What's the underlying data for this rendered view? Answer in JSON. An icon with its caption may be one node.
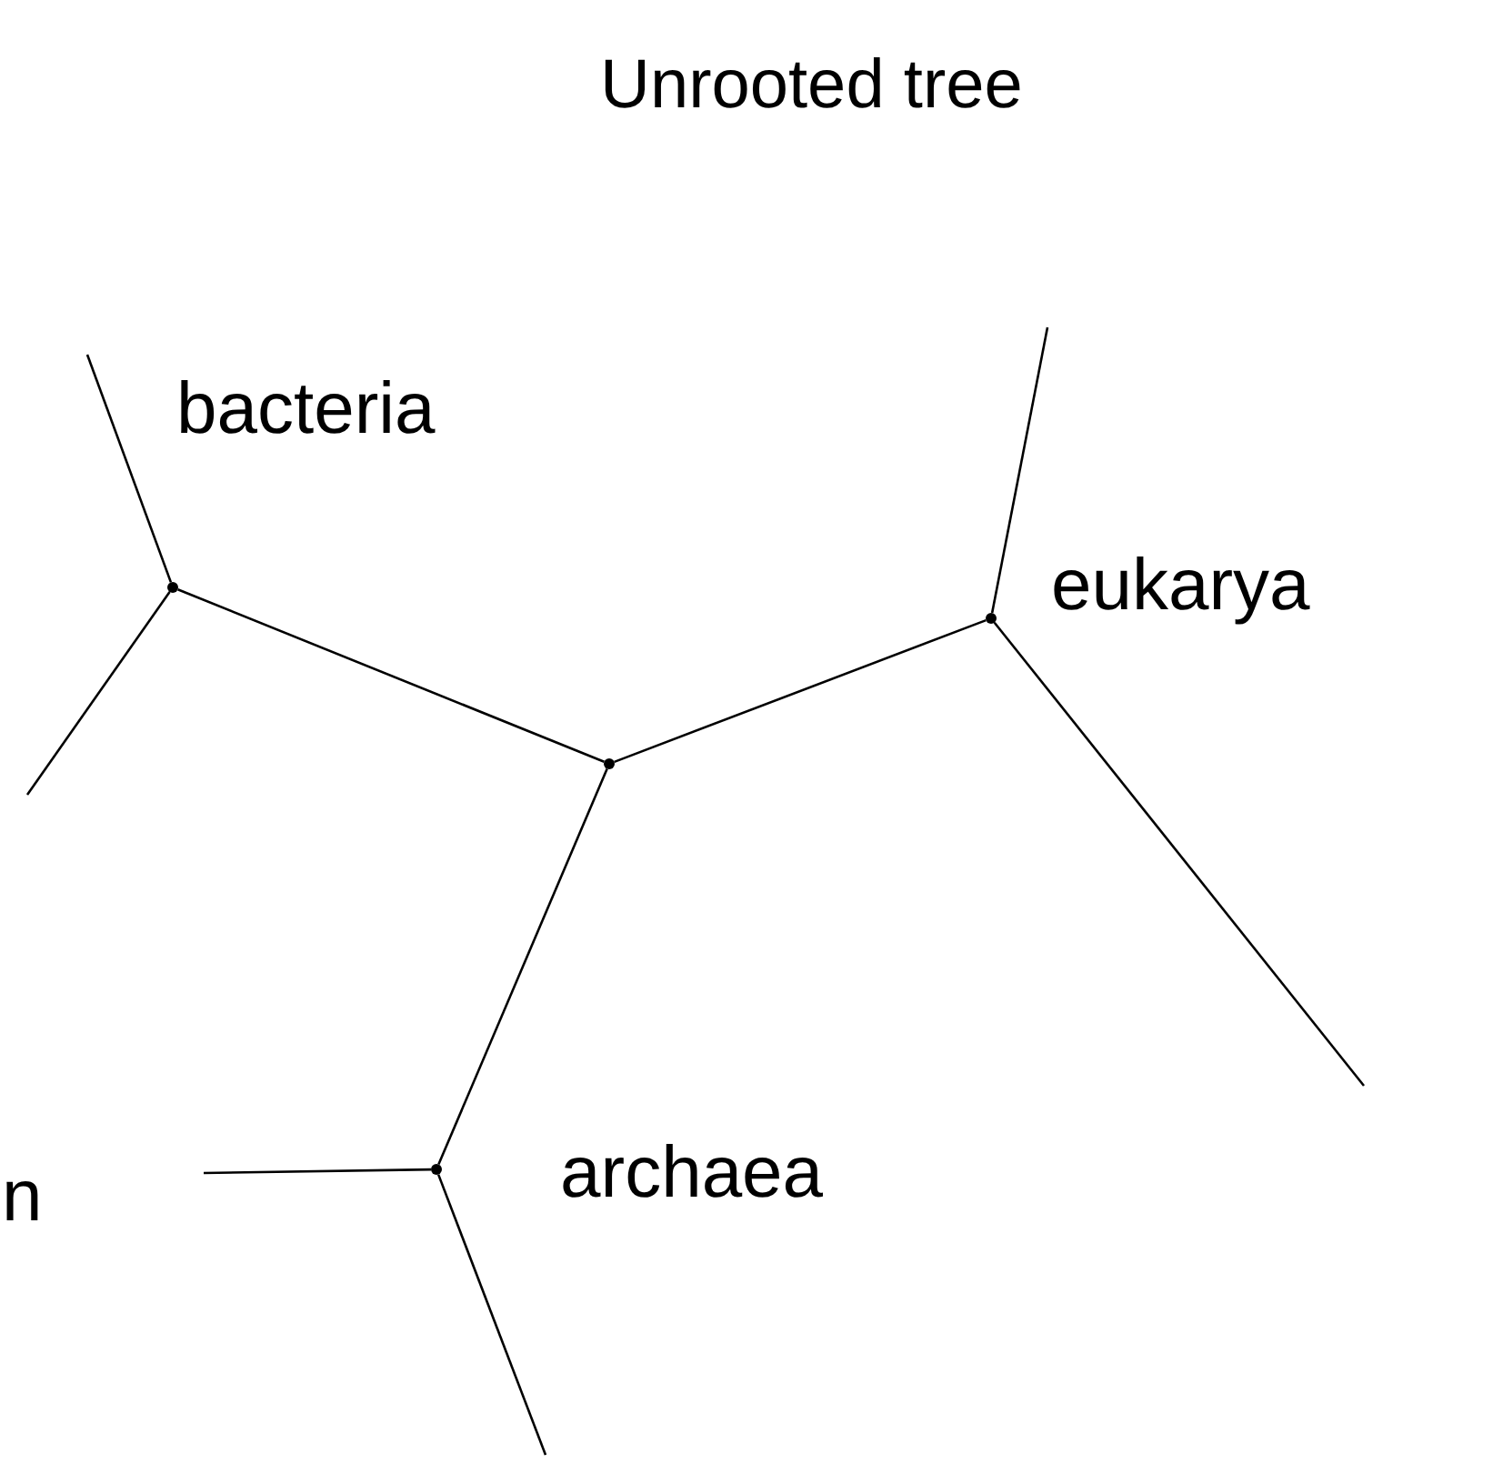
{
  "diagram": {
    "title": "Unrooted tree",
    "nodes": [
      {
        "text": [],
        "shape": "point"
      },
      {
        "text": [],
        "shape": "point"
      },
      {
        "text": [],
        "shape": "point"
      },
      {
        "text": [],
        "shape": "point"
      }
    ],
    "edges": [
      {
        "from": 0,
        "to": 1,
        "arrow": "none"
      },
      {
        "from": 0,
        "to": 2,
        "arrow": "none"
      },
      {
        "from": 0,
        "to": 3,
        "arrow": "none"
      },
      {
        "from": 1,
        "to": null,
        "arrow": "none"
      },
      {
        "from": 1,
        "to": null,
        "arrow": "none"
      },
      {
        "from": 2,
        "to": null,
        "arrow": "none"
      },
      {
        "from": 2,
        "to": null,
        "arrow": "none"
      },
      {
        "from": 3,
        "to": null,
        "arrow": "none"
      },
      {
        "from": 3,
        "to": null,
        "arrow": "none"
      }
    ],
    "labels": [
      "bacteria",
      "eukarya",
      "archaea",
      "n"
    ]
  }
}
